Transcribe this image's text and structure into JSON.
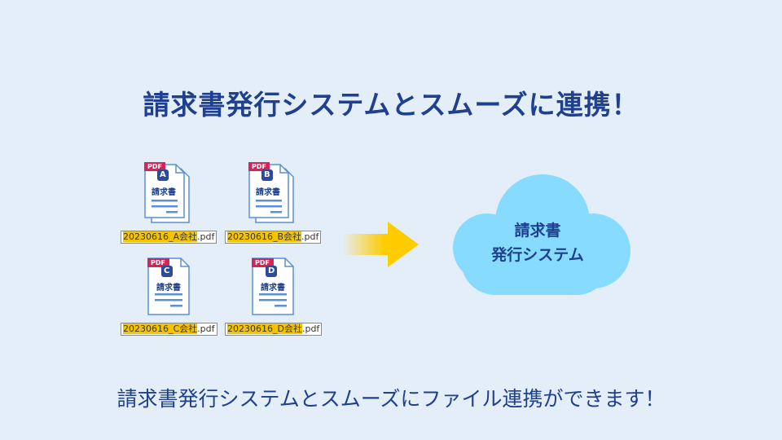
{
  "title": "請求書発行システムとスムーズに連携！",
  "subtitle": "請求書発行システムとスムーズにファイル連携ができます！",
  "documents": [
    {
      "badge_pdf": "PDF",
      "letter": "A",
      "doc_label": "請求書",
      "filename_highlight": "20230616_A会社",
      "filename_ext": ".pdf"
    },
    {
      "badge_pdf": "PDF",
      "letter": "B",
      "doc_label": "請求書",
      "filename_highlight": "20230616_B会社",
      "filename_ext": ".pdf"
    },
    {
      "badge_pdf": "PDF",
      "letter": "C",
      "doc_label": "請求書",
      "filename_highlight": "20230616_C会社",
      "filename_ext": ".pdf"
    },
    {
      "badge_pdf": "PDF",
      "letter": "D",
      "doc_label": "請求書",
      "filename_highlight": "20230616_D会社",
      "filename_ext": ".pdf"
    }
  ],
  "cloud": {
    "line1": "請求書",
    "line2": "発行システム"
  },
  "colors": {
    "background": "#e4eef9",
    "title_text": "#1f3f8f",
    "pdf_badge": "#d6245a",
    "letter_badge": "#2b4a9b",
    "doc_outline": "#5b8fd6",
    "highlight": "#f5c400",
    "arrow": "#ffcc00",
    "cloud": "#86dbff"
  }
}
